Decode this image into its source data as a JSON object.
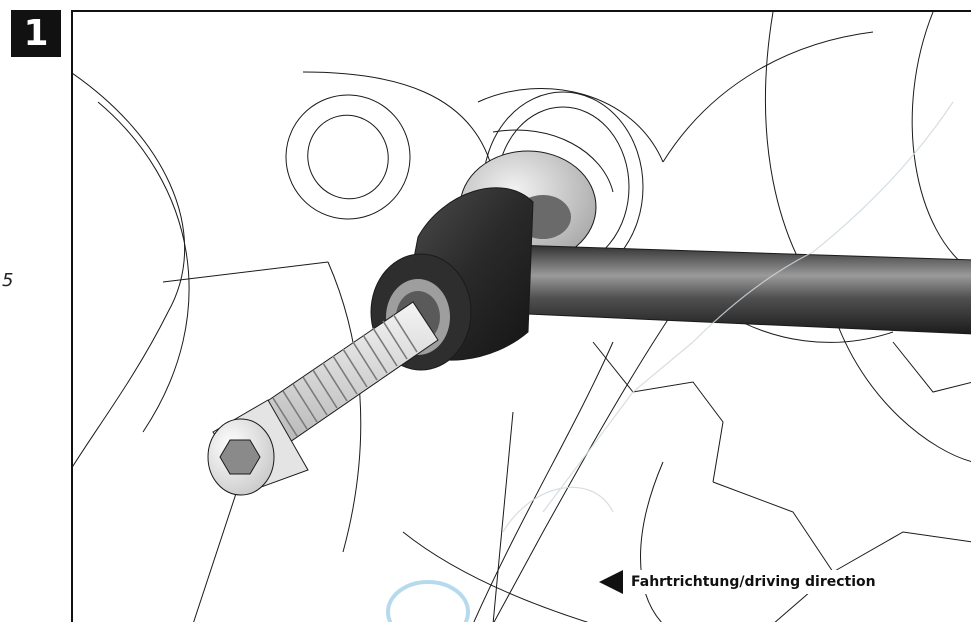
{
  "step": {
    "number": "1"
  },
  "side_label": "5",
  "direction": {
    "text": "Fahrtrichtung/driving direction",
    "arrow": "arrow-left-icon"
  },
  "colors": {
    "line": "#1a1a1a",
    "rod": "#3a3a3a",
    "washer": "#cfcfcf",
    "watermark": "#cfd8de"
  }
}
